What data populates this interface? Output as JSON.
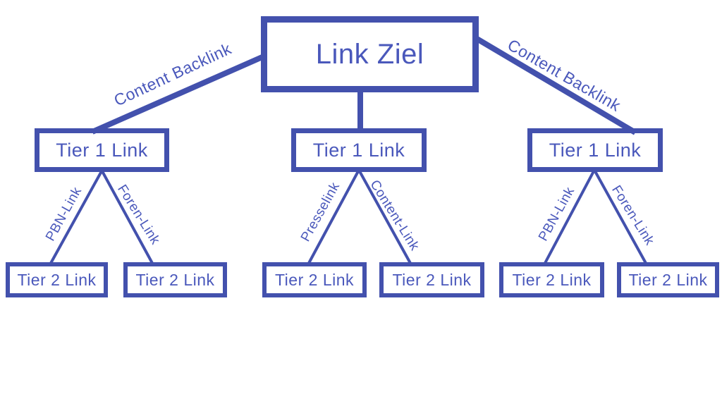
{
  "colors": {
    "accent_border": "#4351ad",
    "accent_text": "#4a58bb",
    "background": "#ffffff"
  },
  "nodes": {
    "root": "Link Ziel",
    "tier1": [
      "Tier 1 Link",
      "Tier 1 Link",
      "Tier 1 Link"
    ],
    "tier2": [
      "Tier 2 Link",
      "Tier 2 Link",
      "Tier 2 Link",
      "Tier 2 Link",
      "Tier 2 Link",
      "Tier 2 Link"
    ]
  },
  "edges": {
    "root_to_tier1_left": "Content Backlink",
    "root_to_tier1_right": "Content Backlink",
    "tier1_left_children": [
      "PBN-Link",
      "Foren-Link"
    ],
    "tier1_middle_children": [
      "Presselink",
      "Content-Link"
    ],
    "tier1_right_children": [
      "PBN-Link",
      "Foren-Link"
    ]
  }
}
